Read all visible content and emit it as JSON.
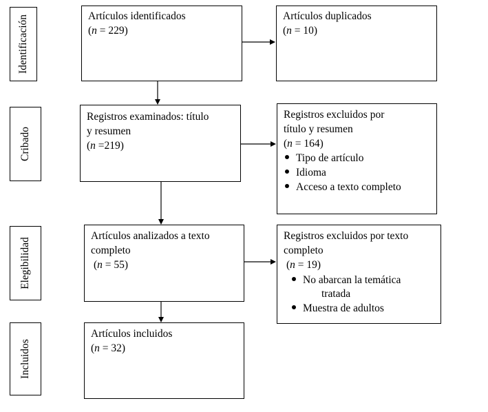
{
  "stages": [
    "Identificación",
    "Cribado",
    "Elegibilidad",
    "Incluidos"
  ],
  "boxes": {
    "identified": {
      "line1": "Artículos identificados",
      "n_label": "n",
      "n_value": " = 229)"
    },
    "duplicates": {
      "line1": "Artículos duplicados",
      "n_label": "n",
      "n_value": " = 10)"
    },
    "screened": {
      "line1": "Registros examinados: título",
      "line2": "y resumen",
      "n_label": "n",
      "n_value": " =219)"
    },
    "excluded_screen": {
      "line1": "Registros excluidos por",
      "line2": "título y resumen",
      "n_label": "n",
      "n_value": " = 164)",
      "bullets": [
        "Tipo de artículo",
        "Idioma",
        "Acceso a texto completo"
      ]
    },
    "fulltext": {
      "line1": "Artículos analizados a texto",
      "line2": "completo",
      "n_label": "n",
      "n_value": " = 55)"
    },
    "excluded_full": {
      "line1": "Registros excluidos por texto",
      "line2": "completo",
      "n_label": "n",
      "n_value": " = 19)",
      "bullet1_line1": "No abarcan la temática",
      "bullet1_line2": "tratada",
      "bullet2": "Muestra de adultos"
    },
    "included": {
      "line1": "Artículos incluidos",
      "n_label": "n",
      "n_value": " = 32)"
    }
  }
}
